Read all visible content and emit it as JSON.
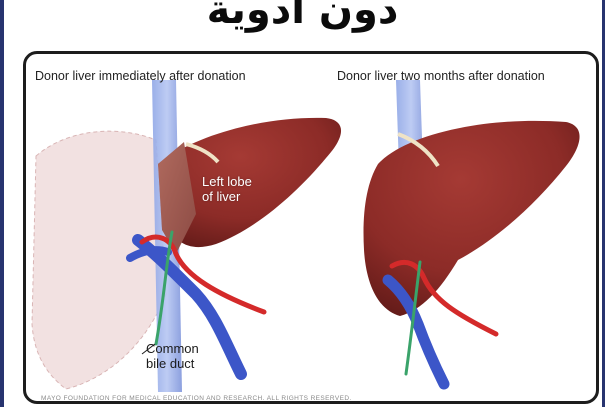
{
  "headline": "دون ادوية",
  "figure": {
    "left_caption": "Donor liver immediately after donation",
    "right_caption": "Donor liver two months after donation",
    "lobe_label_line1": "Left lobe",
    "lobe_label_line2": "of liver",
    "duct_label_line1": "Common",
    "duct_label_line2": "bile duct",
    "copyright": "MAYO FOUNDATION FOR MEDICAL EDUCATION AND RESEARCH. ALL RIGHTS RESERVED."
  },
  "colors": {
    "liver": "#8e2a26",
    "liver_dark": "#6e1d1b",
    "vein": "#3c56c8",
    "artery": "#d42a2a",
    "bile_duct": "#3aa36a",
    "ghost_liver": "#f0dddd",
    "frame": "#27346f"
  }
}
